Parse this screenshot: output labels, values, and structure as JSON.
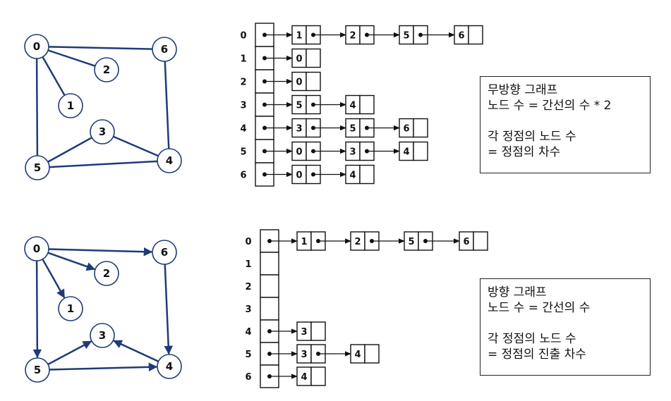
{
  "graphs": [
    {
      "type": "undirected",
      "nodes": [
        "0",
        "1",
        "2",
        "3",
        "4",
        "5",
        "6"
      ],
      "edges": [
        [
          "0",
          "6"
        ],
        [
          "0",
          "2"
        ],
        [
          "0",
          "1"
        ],
        [
          "0",
          "5"
        ],
        [
          "6",
          "4"
        ],
        [
          "5",
          "3"
        ],
        [
          "3",
          "4"
        ],
        [
          "5",
          "4"
        ]
      ],
      "adjacency": [
        {
          "index": "0",
          "list": [
            "1",
            "2",
            "5",
            "6"
          ]
        },
        {
          "index": "1",
          "list": [
            "0"
          ]
        },
        {
          "index": "2",
          "list": [
            "0"
          ]
        },
        {
          "index": "3",
          "list": [
            "5",
            "4"
          ]
        },
        {
          "index": "4",
          "list": [
            "3",
            "5",
            "6"
          ]
        },
        {
          "index": "5",
          "list": [
            "0",
            "3",
            "4"
          ]
        },
        {
          "index": "6",
          "list": [
            "0",
            "4"
          ]
        }
      ],
      "note_lines": [
        "무방향 그래프",
        "노드 수 = 간선의 수 * 2",
        "",
        "각 정점의 노드 수",
        "= 정점의 차수"
      ]
    },
    {
      "type": "directed",
      "nodes": [
        "0",
        "1",
        "2",
        "3",
        "4",
        "5",
        "6"
      ],
      "edges": [
        [
          "0",
          "6"
        ],
        [
          "0",
          "2"
        ],
        [
          "0",
          "1"
        ],
        [
          "0",
          "5"
        ],
        [
          "6",
          "4"
        ],
        [
          "5",
          "3"
        ],
        [
          "4",
          "3"
        ],
        [
          "5",
          "4"
        ]
      ],
      "adjacency": [
        {
          "index": "0",
          "list": [
            "1",
            "2",
            "5",
            "6"
          ]
        },
        {
          "index": "1",
          "list": []
        },
        {
          "index": "2",
          "list": []
        },
        {
          "index": "3",
          "list": []
        },
        {
          "index": "4",
          "list": [
            "3"
          ]
        },
        {
          "index": "5",
          "list": [
            "3",
            "4"
          ]
        },
        {
          "index": "6",
          "list": [
            "4"
          ]
        }
      ],
      "note_lines": [
        "방향 그래프",
        "노드 수 = 간선의 수",
        "",
        "각 정점의 노드 수",
        "= 정점의 진출 차수"
      ]
    }
  ],
  "colors": {
    "edge": "#1f3b78",
    "outline": "#111111"
  }
}
